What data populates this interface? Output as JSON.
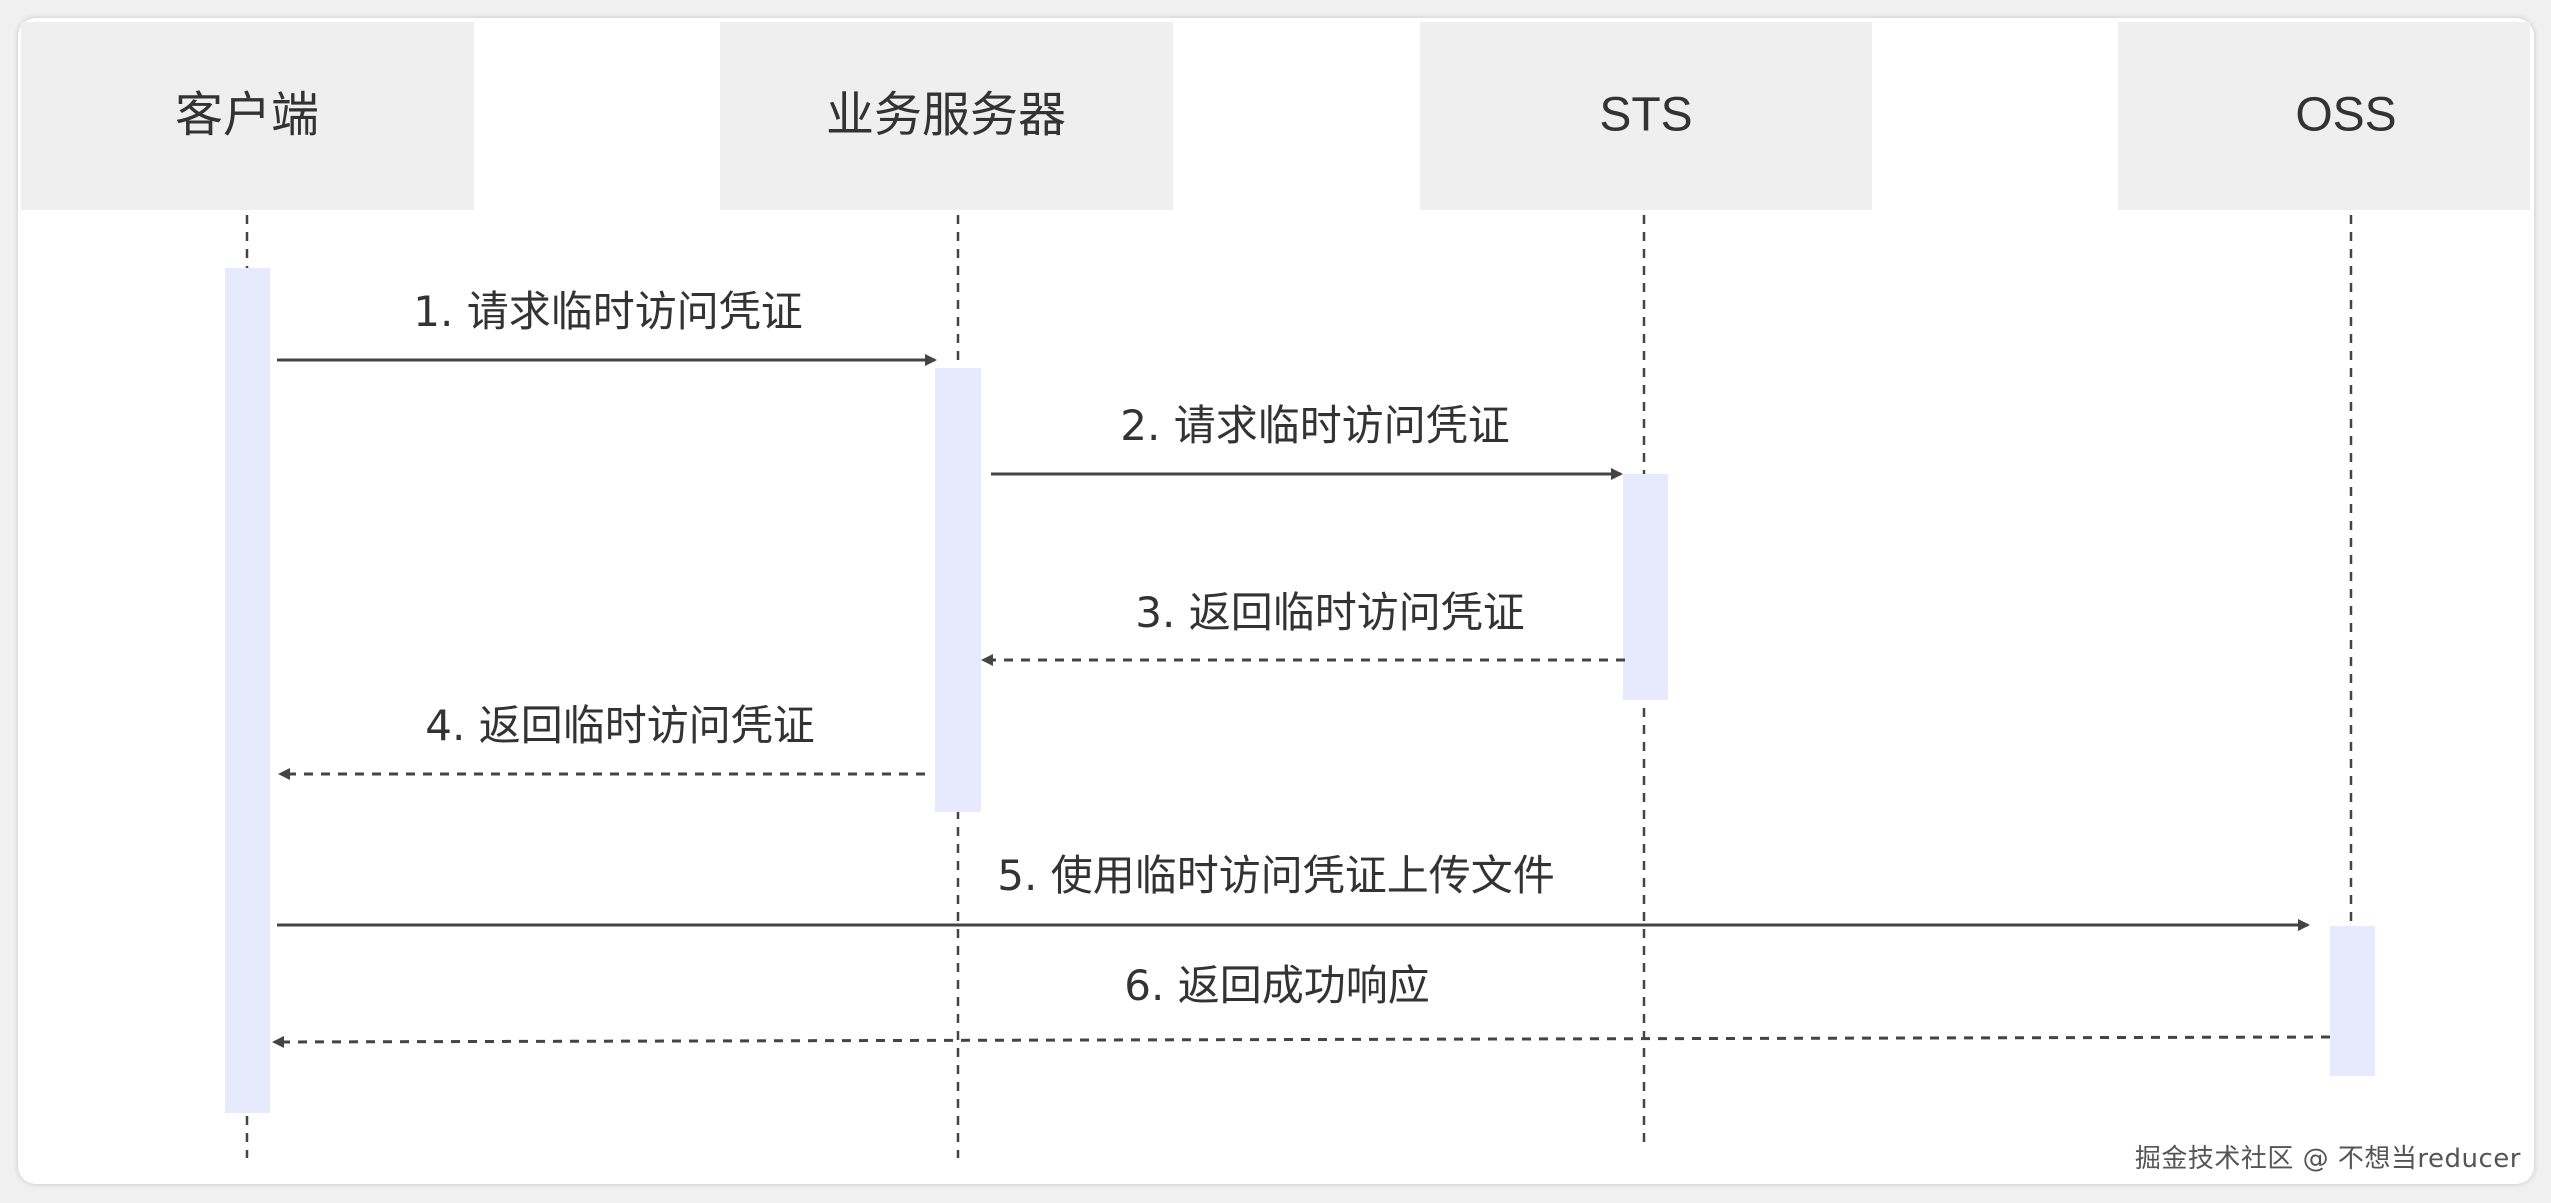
{
  "participants": [
    {
      "id": "client",
      "label": "客户端"
    },
    {
      "id": "biz",
      "label": "业务服务器"
    },
    {
      "id": "sts",
      "label": "STS"
    },
    {
      "id": "oss",
      "label": "OSS"
    }
  ],
  "messages": [
    {
      "label": "1. 请求临时访问凭证",
      "from": "client",
      "to": "biz",
      "style": "solid"
    },
    {
      "label": "2. 请求临时访问凭证",
      "from": "biz",
      "to": "sts",
      "style": "solid"
    },
    {
      "label": "3. 返回临时访问凭证",
      "from": "sts",
      "to": "biz",
      "style": "dashed"
    },
    {
      "label": "4. 返回临时访问凭证",
      "from": "biz",
      "to": "client",
      "style": "dashed"
    },
    {
      "label": "5. 使用临时访问凭证上传文件",
      "from": "client",
      "to": "oss",
      "style": "solid"
    },
    {
      "label": "6. 返回成功响应",
      "from": "oss",
      "to": "client",
      "style": "dashed"
    }
  ],
  "colors": {
    "header_fill": "#efefef",
    "activation_fill": "#e6eafc",
    "line": "#444444",
    "text": "#333333"
  },
  "watermark": "掘金技术社区 @ 不想当reducer"
}
